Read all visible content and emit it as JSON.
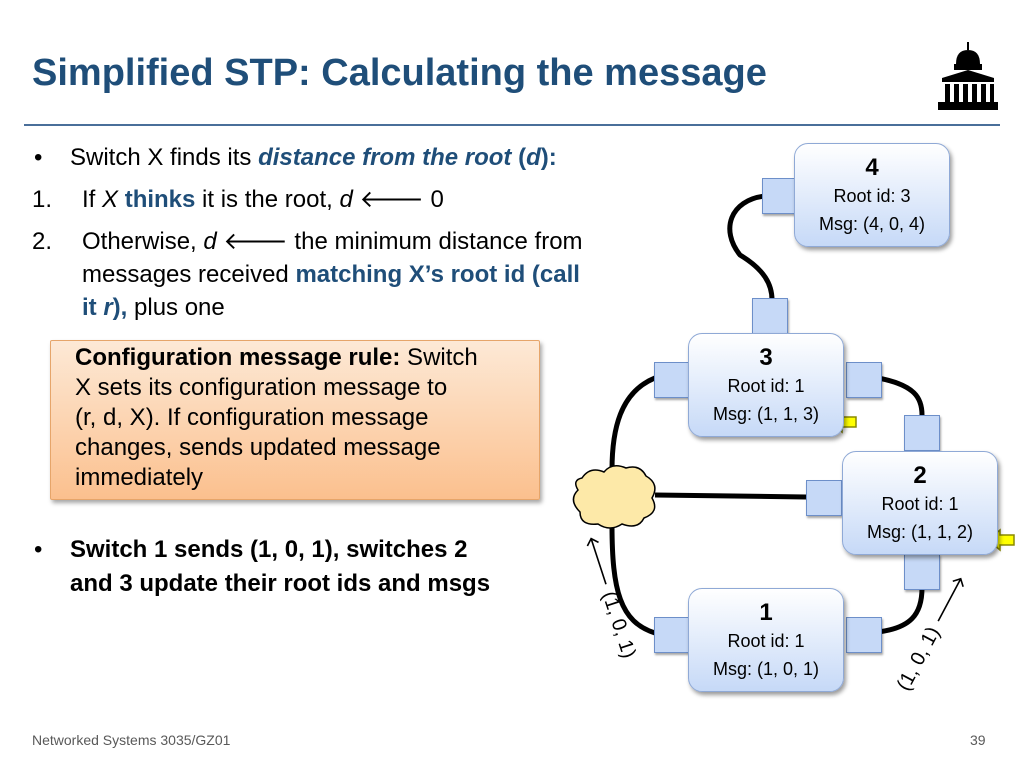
{
  "title": "Simplified STP: Calculating the message",
  "bullets": {
    "b1_marker": "•",
    "b1_pre": "Switch X finds its ",
    "b1_em": "distance from the root",
    "b1_open": " (",
    "b1_d": "d",
    "b1_close": "):",
    "n1_marker": "1.",
    "n1_if": "If ",
    "n1_x": "X",
    "n1_thinks": "thinks",
    "n1_mid": " it is the root, ",
    "n1_d": "d",
    "n1_arrow": "🡐",
    "n1_end": " 0",
    "n2_marker": "2.",
    "n2_pre": "Otherwise, ",
    "n2_d": "d",
    "n2_arrow": "🡐",
    "n2_end": " the minimum distance from",
    "n2_l2_pre": "messages received ",
    "n2_l2_em": "matching X’s root id (call",
    "n2_l3_em1": "it ",
    "n2_l3_r": "r",
    "n2_l3_em2": "),",
    "n2_l3_end": " plus one"
  },
  "callout": {
    "lead": "Configuration message rule:",
    "line1_end": " Switch",
    "line2": "X sets its configuration message to",
    "line3": "(r, d, X).  If configuration message",
    "line4": "changes, sends updated message",
    "line5": "immediately"
  },
  "bullet2": {
    "marker": "•",
    "line1": "Switch 1 sends (1, 0, 1), switches 2",
    "line2": "and 3 update their root ids and msgs"
  },
  "nodes": {
    "n4": {
      "id": "4",
      "root": "Root id: 3",
      "msg": "Msg: (4, 0, 4)"
    },
    "n3": {
      "id": "3",
      "root": "Root id: 1",
      "msg": "Msg: (1, 1, 3)"
    },
    "n2": {
      "id": "2",
      "root": "Root id: 1",
      "msg": "Msg: (1, 1, 2)"
    },
    "n1": {
      "id": "1",
      "root": "Root id: 1",
      "msg": "Msg: (1, 0, 1)"
    }
  },
  "link_labels": {
    "left": "🡐 (1, 0, 1)",
    "right": "(1, 0, 1) 🡒"
  },
  "colors": {
    "title": "#1f4e79",
    "node_fill": "#c6d9f7",
    "callout_fill": "#fbc08e",
    "highlight_arrow": "#ffff00"
  },
  "footer": {
    "left": "Networked Systems 3035/GZ01",
    "right": "39"
  }
}
